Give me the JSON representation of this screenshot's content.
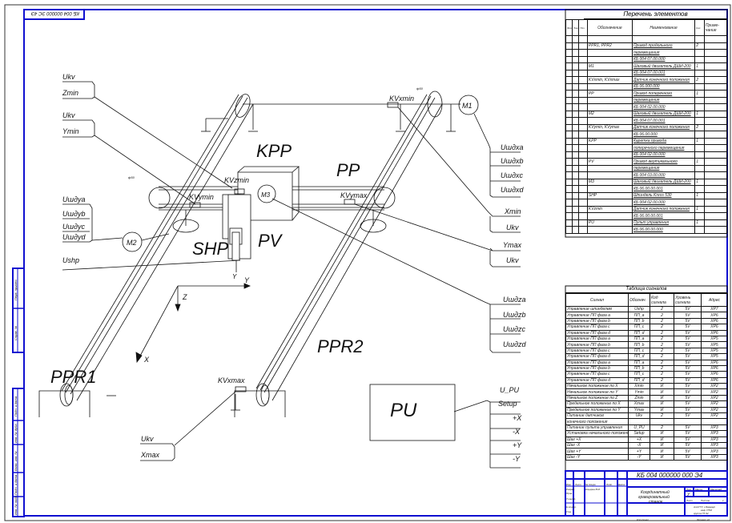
{
  "drawing_code_stamp": "КБ 004 000000 ЭС 4Э",
  "labels": {
    "ppr1": "PPR1",
    "ppr2": "PPR2",
    "kpp": "KPP",
    "pp": "PP",
    "shp": "SHP",
    "pv": "PV",
    "pu": "PU",
    "m1": "M1",
    "m2": "M2",
    "m3": "M3",
    "kv_xmin": "KVxmin",
    "kv_xmax": "KVxmax",
    "kv_ymin": "KVymin",
    "kv_ymax": "KVymax",
    "kv_zmin": "KVzmin",
    "axis_x": "X",
    "axis_y": "Y",
    "axis_z": "Z",
    "y_tool": "Y",
    "belt_left": "ф50",
    "belt_right": "ф50",
    "ushp": "Ushp"
  },
  "signals_left_top": [
    "Ukv",
    "Zmin",
    "Ukv",
    "Ymin"
  ],
  "signals_left_motor": [
    "Uшдya",
    "Uшдyb",
    "Uшдyc",
    "Uшдyd"
  ],
  "signals_right_motor": [
    "Uшдxa",
    "Uшдxb",
    "Uшдxc",
    "Uшдxd"
  ],
  "signals_right_xmin": [
    "Xmin",
    "Ukv"
  ],
  "signals_right_ymax": [
    "Ymax",
    "Ukv"
  ],
  "signals_right_z": [
    "Uшдza",
    "Uшдzb",
    "Uшдzc",
    "Uшдzd"
  ],
  "signals_pu": [
    "U_PU",
    "Setup",
    "+X",
    "-X",
    "+Y",
    "-Y"
  ],
  "signals_bottom_left": [
    "Ukv",
    "Xmax"
  ],
  "elements_list": {
    "title": "Перечень элементов",
    "headers": [
      "Формат",
      "Зона",
      "Поз.",
      "Обозначение",
      "Наименование",
      "Кол.",
      "Приме-чание"
    ],
    "rows": [
      {
        "designation": "",
        "name": "",
        "qty": ""
      },
      {
        "designation": "PPR1, PPR2",
        "name": "Привод продольного",
        "qty": "2"
      },
      {
        "designation": "",
        "name": "перемещения",
        "qty": ""
      },
      {
        "designation": "",
        "name": "КБ 004 07.00.000",
        "qty": ""
      },
      {
        "designation": "M1",
        "name": "Шаговый двигатель ДШИ-200",
        "qty": "1"
      },
      {
        "designation": "",
        "name": "КБ 004 07.00.001",
        "qty": ""
      },
      {
        "designation": "KVxmin, KVxmax",
        "name": "Датчик конечного положения",
        "qty": "2"
      },
      {
        "designation": "",
        "name": "КБ 06.000.000",
        "qty": ""
      },
      {
        "designation": "PP",
        "name": "Привод поперечного",
        "qty": "1"
      },
      {
        "designation": "",
        "name": "перемещения",
        "qty": ""
      },
      {
        "designation": "",
        "name": "КБ 004 02.00.000",
        "qty": ""
      },
      {
        "designation": "M2",
        "name": "Шаговый двигатель ДШИ-200",
        "qty": "1"
      },
      {
        "designation": "",
        "name": "КБ 004 07.00.001",
        "qty": ""
      },
      {
        "designation": "KVymin, KVymax",
        "name": "Датчик конечного положения",
        "qty": "2"
      },
      {
        "designation": "",
        "name": "КБ 06.00.000",
        "qty": ""
      },
      {
        "designation": "KPP",
        "name": "Каретка привода",
        "qty": "1"
      },
      {
        "designation": "",
        "name": "поперечного перемещения",
        "qty": ""
      },
      {
        "designation": "",
        "name": "КБ 004 02.00.000",
        "qty": ""
      },
      {
        "designation": "PV",
        "name": "Привод вертикального",
        "qty": "1"
      },
      {
        "designation": "",
        "name": "перемещения",
        "qty": ""
      },
      {
        "designation": "",
        "name": "КБ 004 03.00.000",
        "qty": ""
      },
      {
        "designation": "M3",
        "name": "Шаговый двигатель ДШИ-200",
        "qty": "1"
      },
      {
        "designation": "",
        "name": "КБ 06.00.00.001",
        "qty": ""
      },
      {
        "designation": "SHP",
        "name": "Шпиндель Kress 530",
        "qty": "1"
      },
      {
        "designation": "",
        "name": "КБ 004 02.00.000",
        "qty": ""
      },
      {
        "designation": "KVzmin",
        "name": "Датчик конечного положения",
        "qty": "1"
      },
      {
        "designation": "",
        "name": "КБ 06.00.00.001",
        "qty": ""
      },
      {
        "designation": "PU",
        "name": "Пульт управления",
        "qty": "1"
      },
      {
        "designation": "",
        "name": "КБ 06.00.00.000",
        "qty": ""
      }
    ]
  },
  "signals_table": {
    "title": "Таблица сигналов",
    "headers": [
      "Сигнал",
      "Обознач.",
      "Код сигнала",
      "Уровень сигнала",
      "Адрес"
    ],
    "rows": [
      [
        "Управление шпинделем",
        "Ushp",
        "2",
        "5V",
        "XP7"
      ],
      [
        "Управление ПП фаза a",
        "ПП_a",
        "2",
        "5V",
        "XP6"
      ],
      [
        "Управление ПП фаза b",
        "ПП_b",
        "2",
        "5V",
        "XP6"
      ],
      [
        "Управление ПП фаза c",
        "ПП_c",
        "2",
        "5V",
        "XP6"
      ],
      [
        "Управление ПП фаза d",
        "ПП_d",
        "2",
        "5V",
        "XP6"
      ],
      [
        "Управление ПП фаза a",
        "ПП_a",
        "2",
        "5V",
        "XP5"
      ],
      [
        "Управление ПП фаза b",
        "ПП_b",
        "2",
        "5V",
        "XP5"
      ],
      [
        "Управление ПП фаза c",
        "ПП_c",
        "2",
        "5V",
        "XP5"
      ],
      [
        "Управление ПП фаза d",
        "ПП_d",
        "2",
        "5V",
        "XP5"
      ],
      [
        "Управление ПП фаза a",
        "ПП_a",
        "2",
        "5V",
        "XP6"
      ],
      [
        "Управление ПП фаза b",
        "ПП_b",
        "2",
        "5V",
        "XP6"
      ],
      [
        "Управление ПП фаза c",
        "ПП_c",
        "2",
        "5V",
        "XP6"
      ],
      [
        "Управление ПП фаза d",
        "ПП_d",
        "2",
        "5V",
        "XP6"
      ],
      [
        "Начальное положение по X",
        "Xmin",
        "И",
        "5V",
        "XP2"
      ],
      [
        "Начальное положение по Y",
        "Ymin",
        "И",
        "5V",
        "XP2"
      ],
      [
        "Начальное положение по Z",
        "Zmin",
        "И",
        "5V",
        "XP2"
      ],
      [
        "Предельное положение по X",
        "Xmax",
        "И",
        "5V",
        "XP2"
      ],
      [
        "Предельное положение по Y",
        "Ymax",
        "И",
        "5V",
        "XP2"
      ],
      [
        "Питание датчиков",
        "Ukv",
        "2",
        "5V",
        "XP2"
      ],
      [
        "конечного положения",
        "",
        "",
        "",
        ""
      ],
      [
        "Питание пульта управления",
        "U_PU",
        "2",
        "5V",
        "XP3"
      ],
      [
        "Установка начального положения",
        "Setup",
        "И",
        "5V",
        "XP3"
      ],
      [
        "Шаг +X",
        "+X",
        "И",
        "5V",
        "XP3"
      ],
      [
        "Шаг -X",
        "-X",
        "И",
        "5V",
        "XP3"
      ],
      [
        "Шаг +Y",
        "+Y",
        "И",
        "5V",
        "XP3"
      ],
      [
        "Шаг -Y",
        "-Y",
        "И",
        "5V",
        "XP3"
      ]
    ]
  },
  "title_block": {
    "code": "КБ 004 000000 000 Э4",
    "title_lines": [
      "Координатный",
      "гравировальный",
      "станок"
    ],
    "headers": [
      "Изм.",
      "Лист",
      "№ докум.",
      "Подп.",
      "Дата"
    ],
    "roles": [
      "Разраб.",
      "Пров.",
      "Т.контр.",
      "Н.контр.",
      "Утв."
    ],
    "developer": "Коцарев В.М.",
    "lit_label": "Лит.",
    "mass_label": "Масса",
    "scale_label": "Масштаб",
    "lit_value": "У",
    "sheet_label": "Лист",
    "sheets_label": "Листов",
    "sheets_value": "1",
    "org": [
      "АлтГТУ, г.Барнаул",
      "каф. ПТМ",
      "группа ПТ-92"
    ],
    "copied": "Копировал",
    "format": "Формат А1"
  },
  "side_stamps": [
    "Перв. примен.",
    "Справ. №",
    "Подп. и дата",
    "Инв. № дубл.",
    "Взам. инв. №",
    "Подп. и дата",
    "Инв. № подл."
  ]
}
